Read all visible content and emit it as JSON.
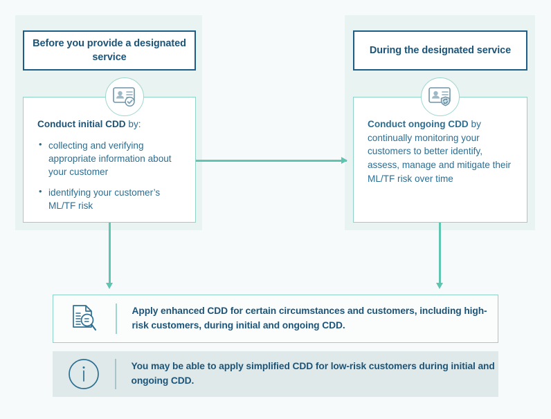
{
  "columns": [
    {
      "id": "before",
      "header": "Before you provide a designated service",
      "icon_name": "id-card-check-icon",
      "lead_bold": "Conduct initial CDD",
      "lead_rest": " by:",
      "bullets": [
        "collecting and verifying appropriate information about your customer",
        "identifying your customer’s ML/TF risk"
      ]
    },
    {
      "id": "during",
      "header": "During the designated service",
      "icon_name": "id-card-refresh-shield-icon",
      "lead_bold": "Conduct ongoing CDD",
      "lead_rest": " by continually monitoring your customers to better identify, assess, manage and mitigate their ML/TF risk over time",
      "bullets": []
    }
  ],
  "notes": [
    {
      "id": "enhanced",
      "icon_name": "document-magnifier-icon",
      "text": "Apply enhanced CDD for certain circumstances and customers, including high-risk customers, during initial and ongoing CDD."
    },
    {
      "id": "simplified",
      "icon_name": "information-circle-icon",
      "text": "You may be able to apply simplified CDD for low-risk customers during initial and ongoing CDD."
    }
  ],
  "colors": {
    "page_background": "#f6fafb",
    "panel_background": "#e9f3f1",
    "navy_text": "#1c5478",
    "body_text": "#2c6e92",
    "header_border": "#1d5c85",
    "teal_border": "#8ed3c8",
    "arrow": "#5fc4b0",
    "note_simplified_background": "#dfe9e9"
  }
}
